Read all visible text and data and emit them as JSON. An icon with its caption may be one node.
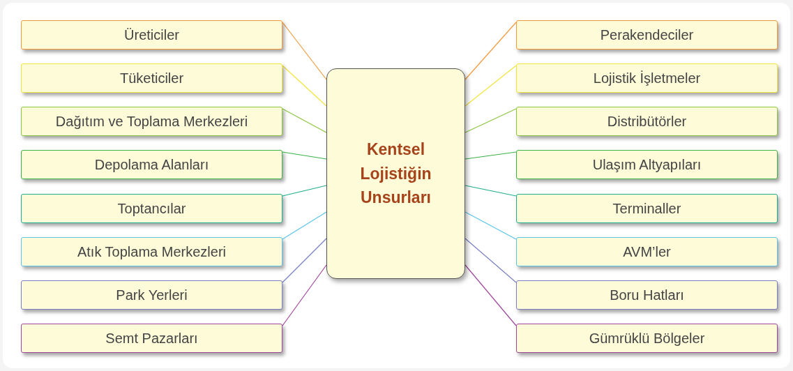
{
  "diagram": {
    "nodes": [
      {
        "text": [
          "Kentsel Lojistiğin Unsurları"
        ]
      },
      {
        "text": [
          "Üreticiler"
        ]
      },
      {
        "text": [
          "Tüketiciler"
        ]
      },
      {
        "text": [
          "Dağıtım ve Toplama Merkezleri"
        ]
      },
      {
        "text": [
          "Depolama Alanları"
        ]
      },
      {
        "text": [
          "Toptancılar"
        ]
      },
      {
        "text": [
          "Atık Toplama Merkezleri"
        ]
      },
      {
        "text": [
          "Park Yerleri"
        ]
      },
      {
        "text": [
          "Semt Pazarları"
        ]
      },
      {
        "text": [
          "Perakendeciler"
        ]
      },
      {
        "text": [
          "Lojistik İşletmeler"
        ]
      },
      {
        "text": [
          "Distribütörler"
        ]
      },
      {
        "text": [
          "Ulaşım Altyapıları"
        ]
      },
      {
        "text": [
          "Terminaller"
        ]
      },
      {
        "text": [
          "AVM’ler"
        ]
      },
      {
        "text": [
          "Boru Hatları"
        ]
      },
      {
        "text": [
          "Gümrüklü Bölgeler"
        ]
      }
    ],
    "edges": [
      {
        "from": 1,
        "to": 0,
        "arrow": "none",
        "color": "#f39a3a"
      },
      {
        "from": 2,
        "to": 0,
        "arrow": "none",
        "color": "#f2e53a"
      },
      {
        "from": 3,
        "to": 0,
        "arrow": "none",
        "color": "#8cc63f"
      },
      {
        "from": 4,
        "to": 0,
        "arrow": "none",
        "color": "#3cb34a"
      },
      {
        "from": 5,
        "to": 0,
        "arrow": "none",
        "color": "#1fae8e"
      },
      {
        "from": 6,
        "to": 0,
        "arrow": "none",
        "color": "#5bc5ea"
      },
      {
        "from": 7,
        "to": 0,
        "arrow": "none",
        "color": "#7b80c4"
      },
      {
        "from": 8,
        "to": 0,
        "arrow": "none",
        "color": "#a0479c"
      },
      {
        "from": 9,
        "to": 0,
        "arrow": "none",
        "color": "#f39a3a"
      },
      {
        "from": 10,
        "to": 0,
        "arrow": "none",
        "color": "#f2e53a"
      },
      {
        "from": 11,
        "to": 0,
        "arrow": "none",
        "color": "#8cc63f"
      },
      {
        "from": 12,
        "to": 0,
        "arrow": "none",
        "color": "#3cb34a"
      },
      {
        "from": 13,
        "to": 0,
        "arrow": "none",
        "color": "#1fae8e"
      },
      {
        "from": 14,
        "to": 0,
        "arrow": "none",
        "color": "#5bc5ea"
      },
      {
        "from": 15,
        "to": 0,
        "arrow": "none",
        "color": "#7b80c4"
      },
      {
        "from": 16,
        "to": 0,
        "arrow": "none",
        "color": "#a0479c"
      }
    ]
  }
}
